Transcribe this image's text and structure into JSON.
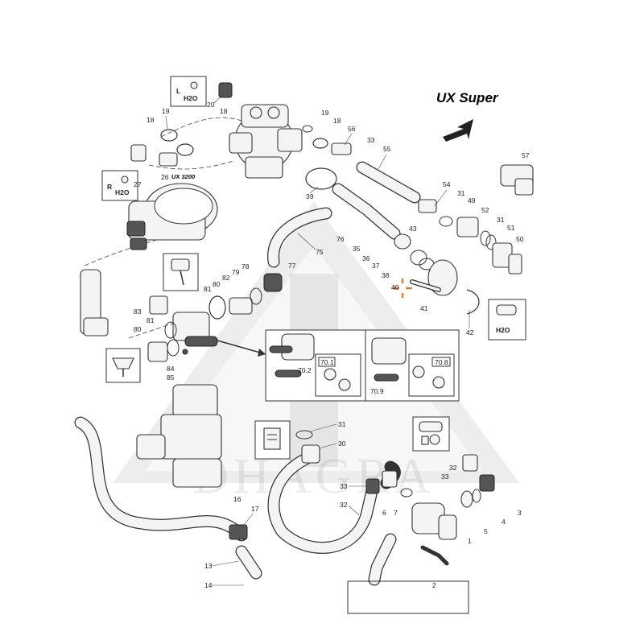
{
  "title": "UX Super",
  "watermark": "DHAGRA",
  "model_note": "UX 3200",
  "icons": {
    "left_water": {
      "letter": "L",
      "unit": "H2O"
    },
    "right_water": {
      "letter": "R",
      "unit": "H2O"
    },
    "tank_water": {
      "unit": "H2O"
    }
  },
  "callouts": {
    "box_left": "70.1",
    "box_left_lever": "70.2",
    "box_right": "70.8",
    "box_right_lever": "70.9"
  },
  "labels": [
    "20",
    "18",
    "19",
    "18",
    "26",
    "27",
    "19",
    "18",
    "56",
    "33",
    "55",
    "57",
    "54",
    "31",
    "49",
    "52",
    "31",
    "51",
    "50",
    "39",
    "43",
    "75",
    "76",
    "35",
    "36",
    "37",
    "38",
    "40",
    "41",
    "42",
    "78",
    "79",
    "82",
    "80",
    "81",
    "83",
    "81",
    "80",
    "77",
    "84",
    "85",
    "31",
    "30",
    "32",
    "33",
    "3",
    "4",
    "5",
    "1",
    "2",
    "6",
    "7",
    "33",
    "32",
    "16",
    "17",
    "13",
    "14"
  ]
}
